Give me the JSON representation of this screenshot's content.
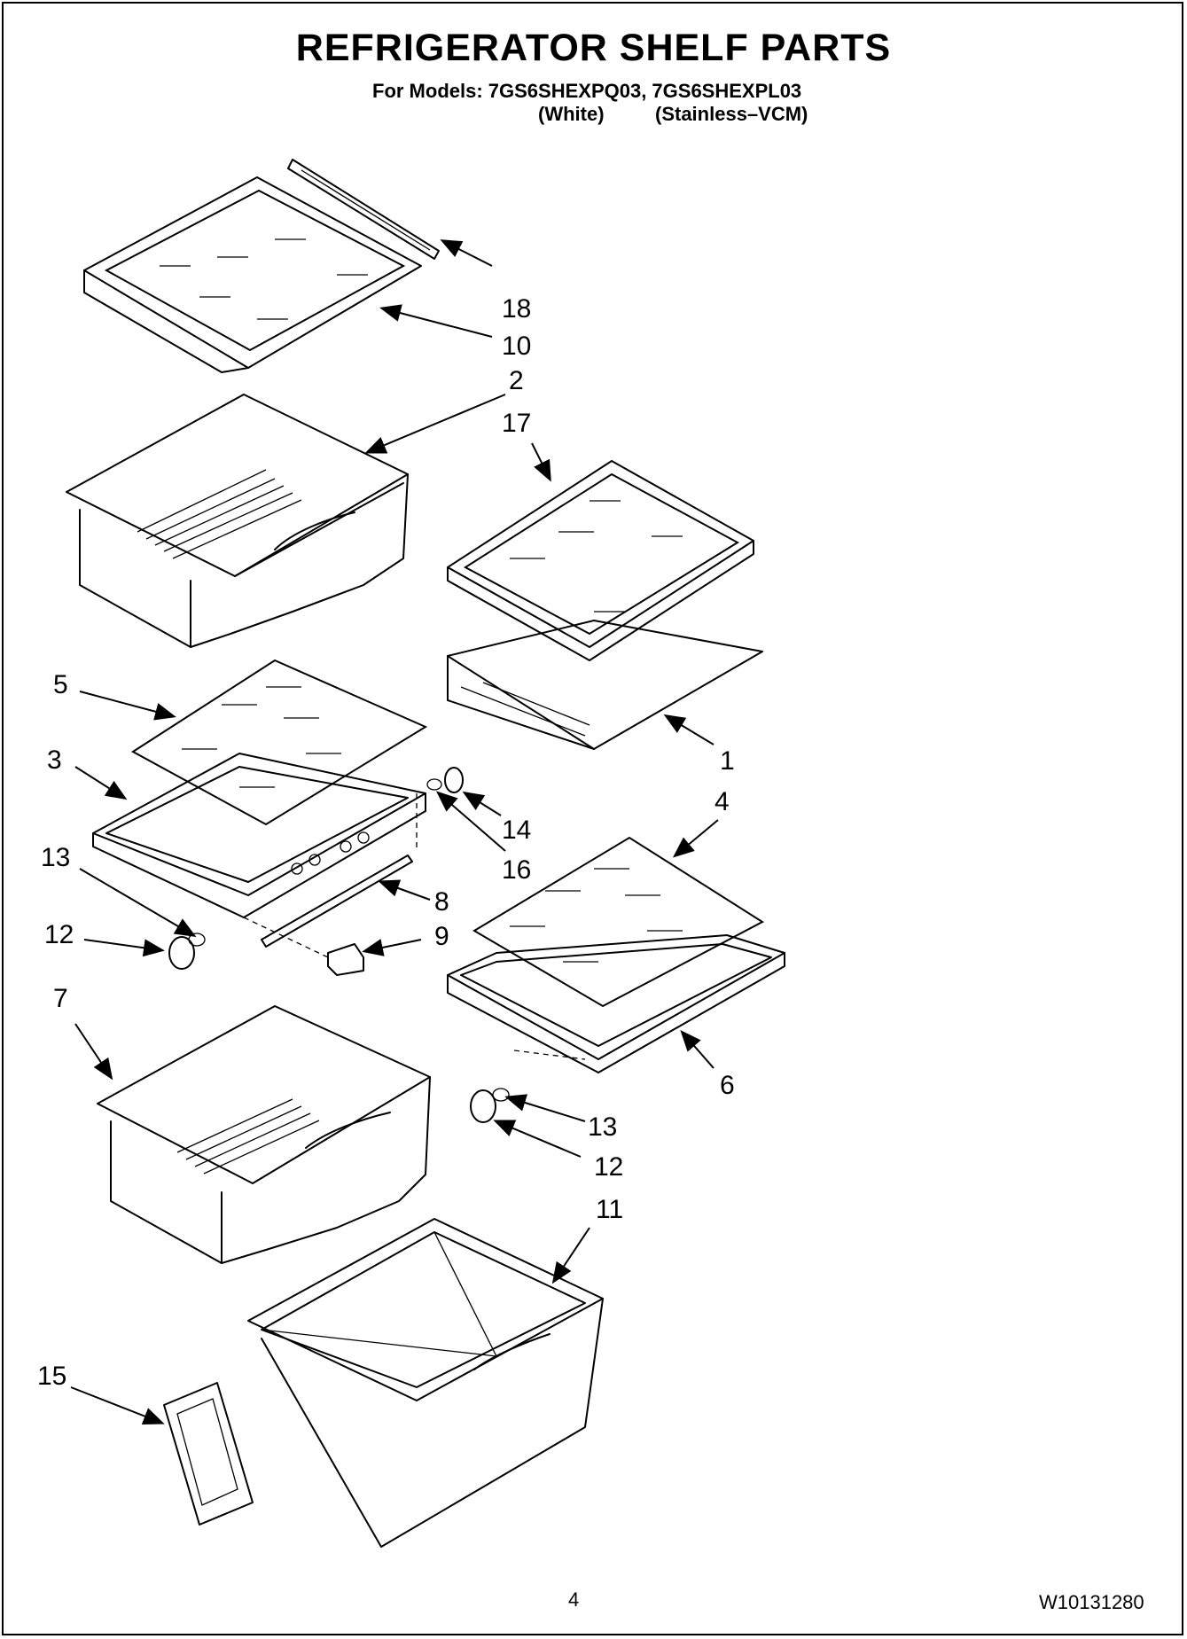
{
  "title": "REFRIGERATOR SHELF PARTS",
  "models_line": "For Models: 7GS6SHEXPQ03, 7GS6SHEXPL03",
  "variant_1": "(White)",
  "variant_2": "(Stainless–VCM)",
  "callouts": {
    "c18": "18",
    "c10": "10",
    "c2": "2",
    "c17": "17",
    "c5": "5",
    "c1": "1",
    "c3": "3",
    "c14": "14",
    "c16": "16",
    "c4": "4",
    "c13a": "13",
    "c8": "8",
    "c12a": "12",
    "c9": "9",
    "c7": "7",
    "c6": "6",
    "c13b": "13",
    "c12b": "12",
    "c11": "11",
    "c15": "15"
  },
  "page_number": "4",
  "document_number": "W10131280"
}
